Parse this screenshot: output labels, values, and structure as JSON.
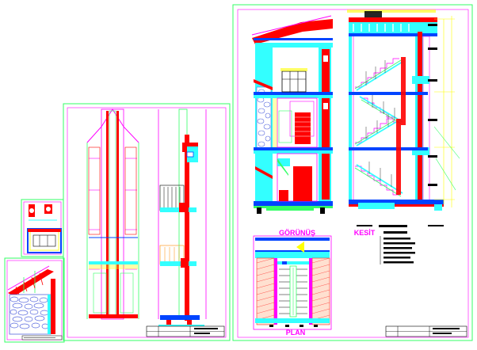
{
  "drawing": {
    "labels": {
      "elevation": "GÖRÜNÜŞ",
      "section": "KESİT",
      "plan": "PLAN"
    },
    "colors": {
      "frame": "#33ff66",
      "border": "#ff00ff",
      "wall": "#33ffff",
      "slab": "#0044ff",
      "red": "#ff0000",
      "magenta": "#ff00ff",
      "yellow": "#ffff00",
      "stone": "#5566dd",
      "black": "#000000",
      "green": "#33ff66",
      "orange": "#ff8800"
    }
  }
}
